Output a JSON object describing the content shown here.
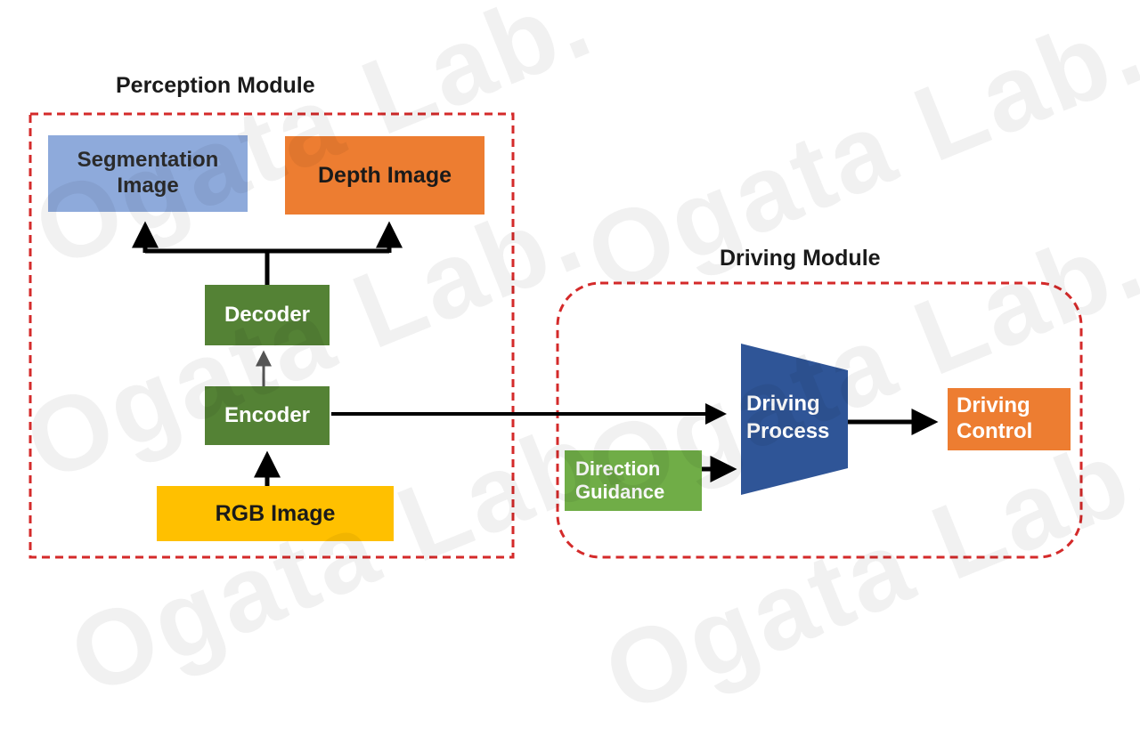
{
  "perception_module": {
    "title": "Perception Module",
    "segmentation_line1": "Segmentation",
    "segmentation_line2": "Image",
    "depth_image": "Depth Image",
    "decoder": "Decoder",
    "encoder": "Encoder",
    "rgb_image": "RGB Image"
  },
  "driving_module": {
    "title": "Driving Module",
    "process_line1": "Driving",
    "process_line2": "Process",
    "direction_line1": "Direction",
    "direction_line2": "Guidance",
    "control_line1": "Driving",
    "control_line2": "Control"
  },
  "watermark": "Ogata Lab.",
  "colors": {
    "dashed_border": "#d42a2a",
    "segmentation": "#8eaadb",
    "depth": "#ed7d31",
    "encoder_decoder": "#548235",
    "rgb": "#ffc000",
    "direction_guidance": "#70ad47",
    "driving_process": "#2f5597",
    "driving_control": "#ed7d31",
    "arrow": "#000000"
  }
}
